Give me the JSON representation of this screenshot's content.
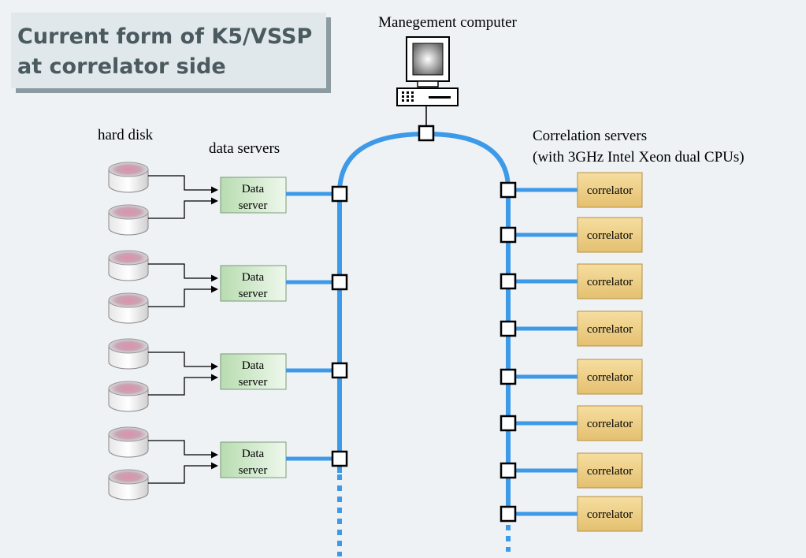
{
  "title": {
    "line1": "Current form of K5/VSSP",
    "line2": "at correlator side"
  },
  "labels": {
    "management": "Manegement computer",
    "hard_disk": "hard disk",
    "data_servers": "data servers",
    "correlation_servers_line1": "Correlation servers",
    "correlation_servers_line2": "(with 3GHz Intel Xeon dual CPUs)"
  },
  "data_servers": [
    {
      "line1": "Data",
      "line2": "server"
    },
    {
      "line1": "Data",
      "line2": "server"
    },
    {
      "line1": "Data",
      "line2": "server"
    },
    {
      "line1": "Data",
      "line2": "server"
    }
  ],
  "correlators": [
    "correlator",
    "correlator",
    "correlator",
    "correlator",
    "correlator",
    "correlator",
    "correlator",
    "correlator"
  ],
  "colors": {
    "background": "#eef2f5",
    "network": "#3d9ae8",
    "correlator_fill": "#efd08a",
    "server_fill": "#d4ecd0",
    "disk_top": "#d87a98"
  },
  "icons": {
    "disk": "cylinder-disk-icon",
    "computer": "desktop-computer-icon"
  }
}
